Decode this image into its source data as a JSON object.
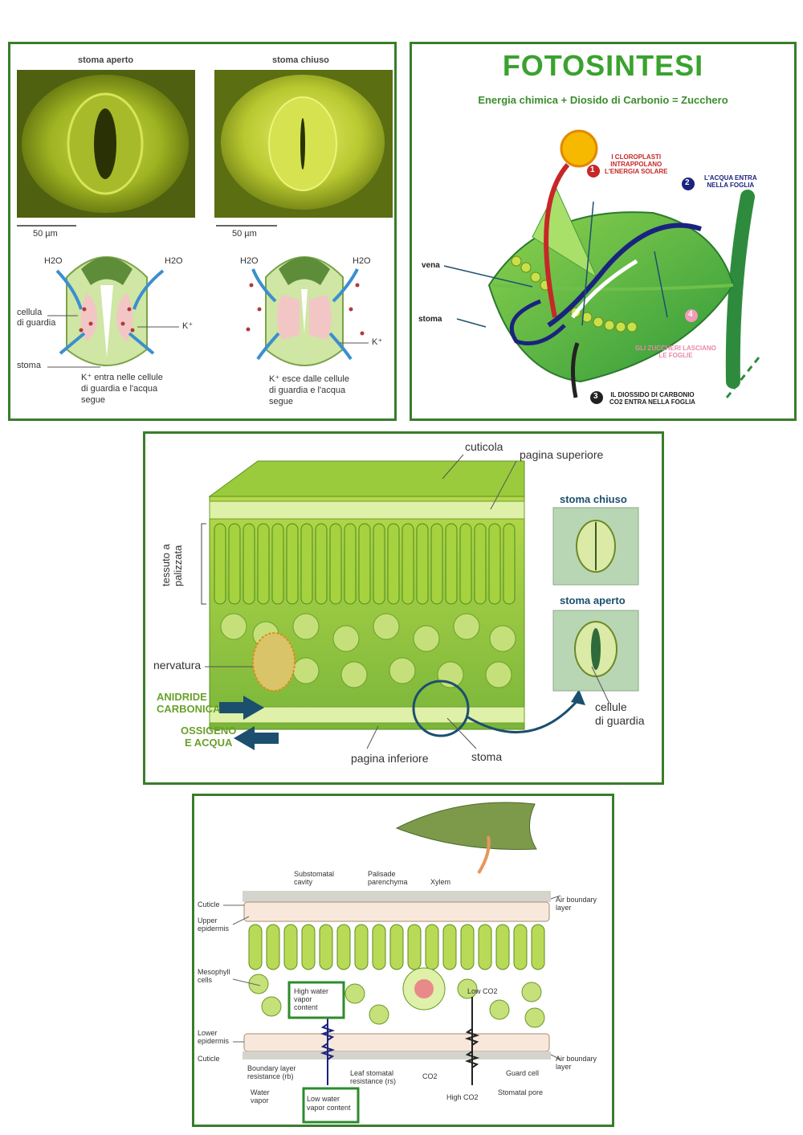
{
  "panel_stomata": {
    "open_title": "stoma aperto",
    "closed_title": "stoma chiuso",
    "scale_open": "50 µm",
    "scale_closed": "50 µm",
    "h2o": "H2O",
    "guard_cell": "cellula\ndi guardia",
    "k_plus": "K⁺",
    "stoma": "stoma",
    "caption_open": "K⁺ entra nelle cellule\ndi guardia e l'acqua\nsegue",
    "caption_closed": "K⁺ esce dalle cellule\ndi guardia e l'acqua\nsegue"
  },
  "panel_photosynthesis": {
    "title": "FOTOSINTESI",
    "subtitle": "Energia chimica + Diosido di Carbonio = Zucchero",
    "step1_num": "1",
    "step1_text": "I CLOROPLASTI\nINTRAPPOLANO\nL'ENERGIA SOLARE",
    "step2_num": "2",
    "step2_text": "L'ACQUA ENTRA\nNELLA FOGLIA",
    "step3_num": "3",
    "step3_text": "IL DIOSSIDO DI CARBONIO\nCO2 ENTRA NELLA FOGLIA",
    "step4_num": "4",
    "step4_text": "GLI ZUCCHERI LASCIANO\nLE FOGLIE",
    "label_vena": "vena",
    "label_stoma": "stoma",
    "colors": {
      "title": "#3aa22f",
      "step1": "#c62828",
      "step2": "#1a237e",
      "step3": "#212121",
      "step4": "#e88aa8"
    }
  },
  "panel_leaf": {
    "cuticola": "cuticola",
    "pagina_superiore": "pagina superiore",
    "tessuto": "tessuto a\npalizzata",
    "nervatura": "nervatura",
    "anidride": "ANIDRIDE\nCARBONICA",
    "ossigeno": "OSSIGENO\nE ACQUA",
    "pagina_inferiore": "pagina inferiore",
    "stoma": "stoma",
    "stoma_chiuso": "stoma chiuso",
    "stoma_aperto": "stoma aperto",
    "cellule_guardia": "cellule\ndi guardia"
  },
  "panel_cross": {
    "substomatal": "Substomatal\ncavity",
    "palisade": "Palisade\nparenchyma",
    "xylem": "Xylem",
    "cuticle_top": "Cuticle",
    "upper_epidermis": "Upper\nepidermis",
    "air_boundary_top": "Air boundary\nlayer",
    "mesophyll": "Mesophyll\ncells",
    "high_water": "High water\nvapor\ncontent",
    "low_co2": "Low CO2",
    "lower_epidermis": "Lower\nepidermis",
    "cuticle_bottom": "Cuticle",
    "air_boundary_bottom": "Air boundary\nlayer",
    "boundary_resistance": "Boundary layer\nresistance (rb)",
    "leaf_stomatal": "Leaf stomatal\nresistance (rs)",
    "co2": "CO2",
    "guard_cell": "Guard cell",
    "water_vapor": "Water\nvapor",
    "stomatal_pore": "Stomatal pore",
    "high_co2": "High CO2",
    "low_water": "Low water\nvapor content"
  }
}
